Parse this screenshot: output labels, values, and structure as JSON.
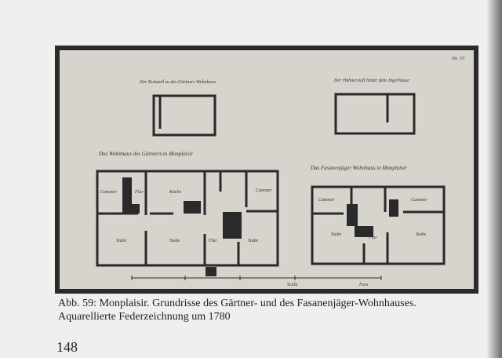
{
  "plate": {
    "sheet_number": "No. 10",
    "label_top_left": "Der Kuhstall zu des Gärtners Wohnhaus",
    "label_top_right": "Der Hühnerstall hinter dem Jägerhause",
    "label_main_left": "Das Wohnhaus des Gärtners in Monplaisir",
    "label_main_right": "Das Fasanenjäger Wohnhaus in Monplaisir",
    "room_labels": [
      "Cammer",
      "Flur",
      "Küche",
      "Stube",
      "Stube",
      "Flur",
      "Stube",
      "Cammer",
      "Stube",
      "Flur",
      "Stube",
      "Cammer",
      "Cammer"
    ],
    "scale_label": "Scala",
    "scale_unit": "Fuss"
  },
  "caption": {
    "line1": "Abb. 59: Monplaisir. Grundrisse des Gärtner- und des Fasanenjäger-Wohnhauses.",
    "line2": "Aquarellierte Federzeichnung um 1780"
  },
  "page_number": "148"
}
